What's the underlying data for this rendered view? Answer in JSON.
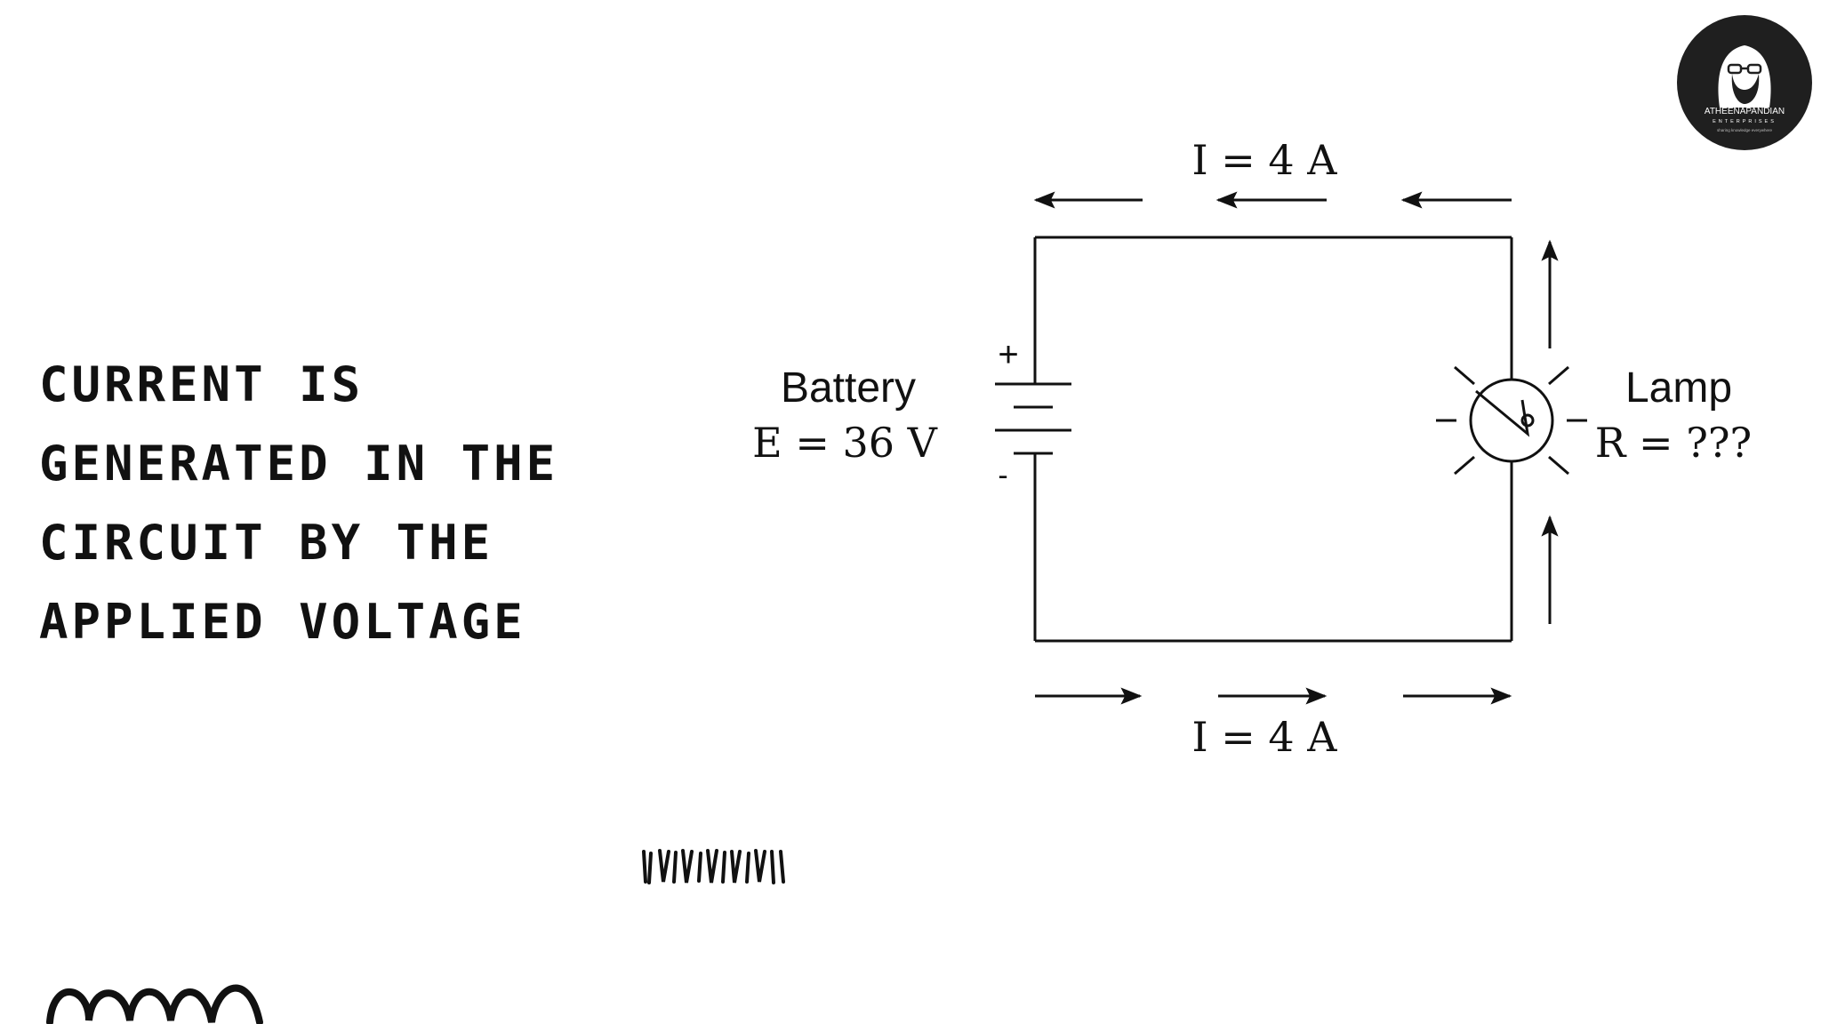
{
  "slide": {
    "headline": "CURRENT IS\nGENERATED IN THE\nCIRCUIT BY THE\nAPPLIED VOLTAGE"
  },
  "logo": {
    "brand": "ATHEENAPANDIAN",
    "subtitle": "ENTERPRISES",
    "tagline": "sharing knowledge everywhere"
  },
  "diagram": {
    "current_top": "I = 4 A",
    "current_bottom": "I = 4 A",
    "battery_label": "Battery",
    "battery_value": "E = 36 V",
    "battery_plus": "+",
    "battery_minus": "-",
    "lamp_label": "Lamp",
    "lamp_value": "R = ???"
  },
  "colors": {
    "ink": "#111111",
    "logo_bg": "#1f1f1f"
  }
}
